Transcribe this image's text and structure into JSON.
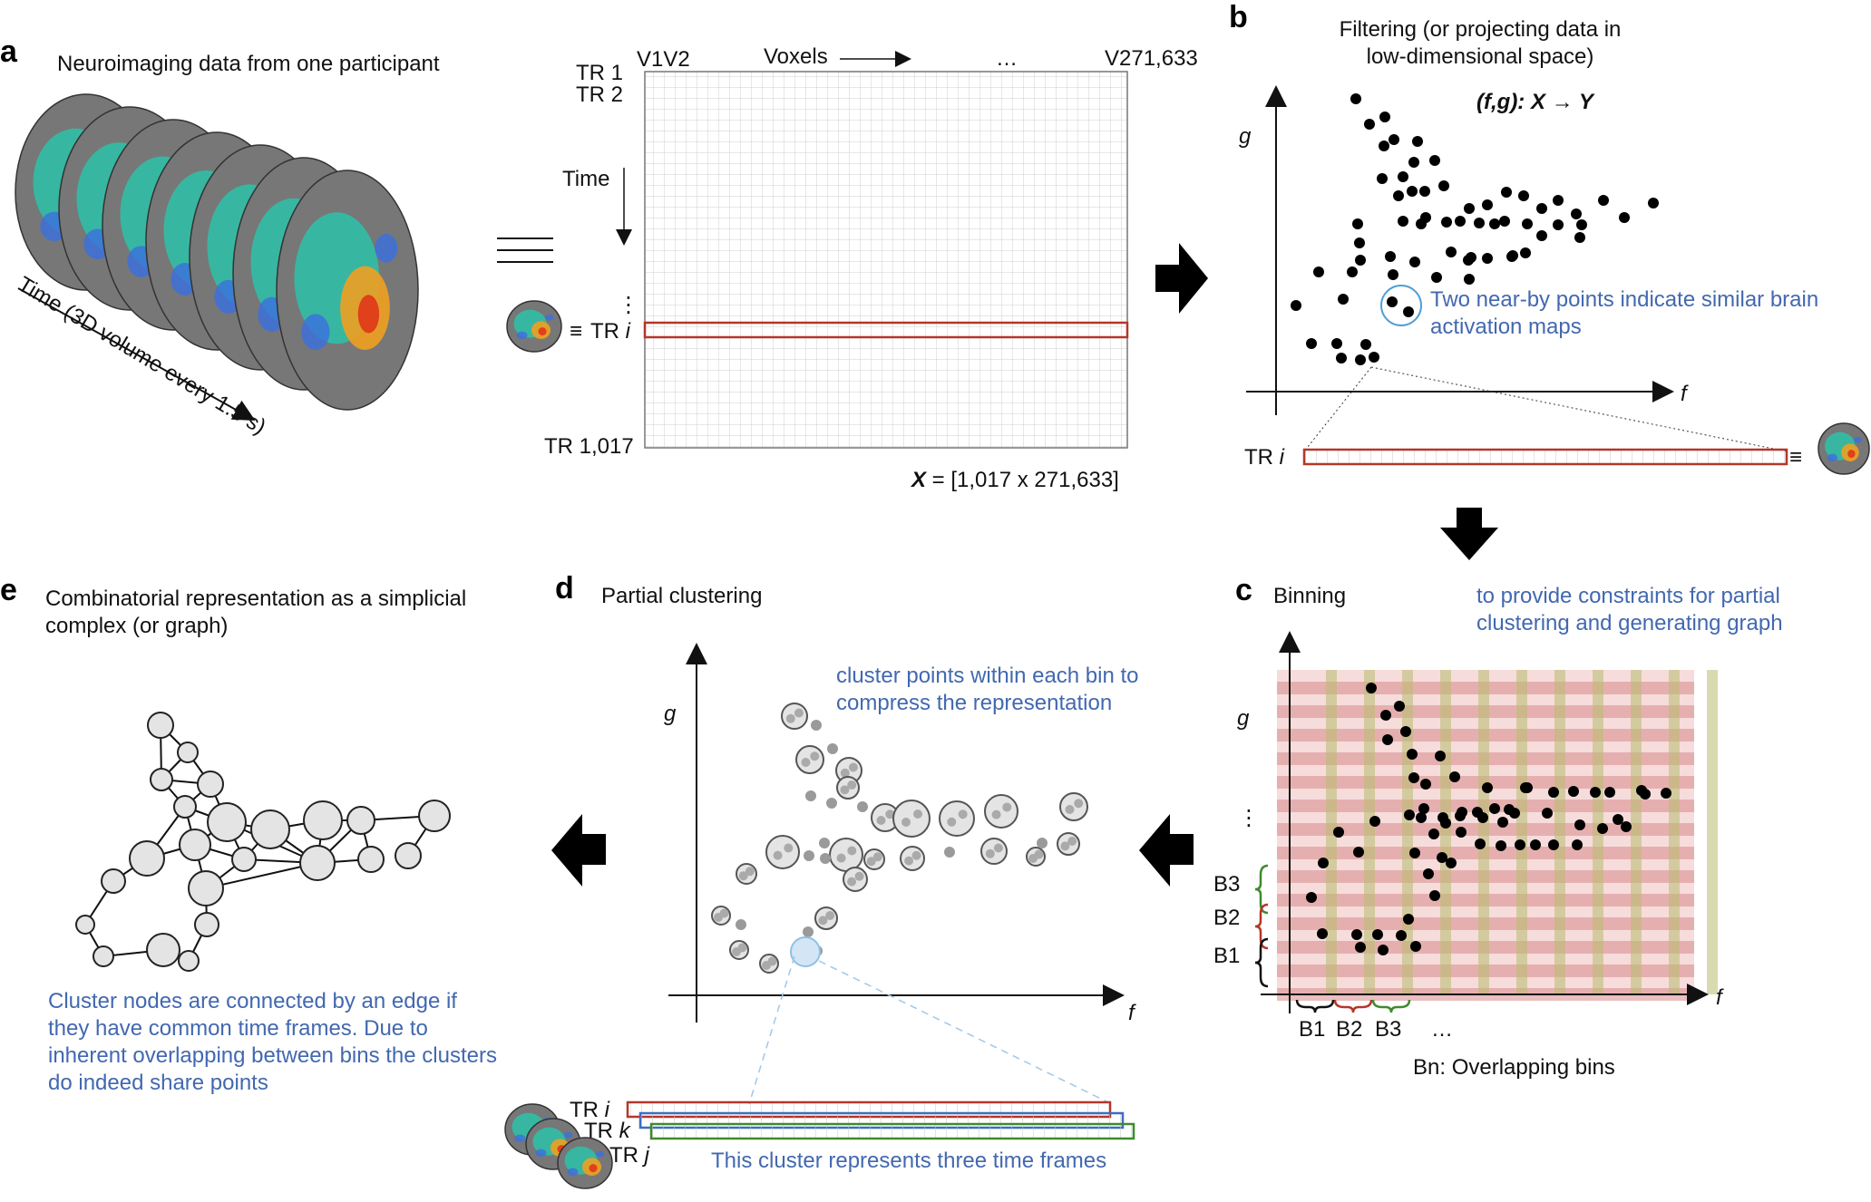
{
  "panels": {
    "a": {
      "letter": "a",
      "title": "Neuroimaging data from one participant",
      "time_axis": "Time (3D volume every 1.5 s)",
      "tr1": "TR 1",
      "tr2": "TR 2",
      "time_label": "Time",
      "tr_i": "TR",
      "tr_i_italic": "i",
      "tr_last": "TR 1,017",
      "v1v2": "V1V2",
      "voxels": "Voxels",
      "ellipsis": "…",
      "v_last": "V271,633",
      "matrix_eq_var": "X",
      "matrix_eq_rest": " = [1,017 x 271,633]"
    },
    "b": {
      "letter": "b",
      "title_line1": "Filtering (or projecting data in",
      "title_line2": "low-dimensional space)",
      "mapping": "(f,g): X → Y",
      "axis_g": "g",
      "axis_f": "f",
      "note_line1": "Two near-by points indicate similar brain",
      "note_line2": "activation maps",
      "tr_label": "TR",
      "tr_italic": "i"
    },
    "c": {
      "letter": "c",
      "title": "Binning",
      "note_line1": "to provide constraints for partial",
      "note_line2": "clustering and generating graph",
      "axis_g": "g",
      "axis_f": "f",
      "vdots": "⋮",
      "bins_y": [
        "B3",
        "B2",
        "B1"
      ],
      "bins_x": [
        "B1",
        "B2",
        "B3",
        "…"
      ],
      "caption": "Bn: Overlapping bins"
    },
    "d": {
      "letter": "d",
      "title": "Partial clustering",
      "note_line1": "cluster points within each bin to",
      "note_line2": "compress the representation",
      "axis_g": "g",
      "axis_f": "f",
      "tr_labels": [
        {
          "label": "TR",
          "italic": "i"
        },
        {
          "label": "TR",
          "italic": "k"
        },
        {
          "label": "TR",
          "italic": "j"
        }
      ],
      "caption": "This cluster represents three time frames"
    },
    "e": {
      "letter": "e",
      "title_line1": "Combinatorial representation as a simplicial",
      "title_line2": "complex (or graph)",
      "note_lines": [
        "Cluster nodes are connected by an edge if",
        "they have common time frames. Due to",
        "inherent overlapping between bins the clusters",
        "do indeed share points"
      ]
    }
  },
  "colors": {
    "red_outline": "#b5362a",
    "blue_text": "#4268b0",
    "bin_red": "#e3a0a0",
    "bin_green": "#c7cc8e",
    "brace_green": "#3f8a2e",
    "brace_red": "#b5362a",
    "brace_blue": "#3a6fc0"
  }
}
